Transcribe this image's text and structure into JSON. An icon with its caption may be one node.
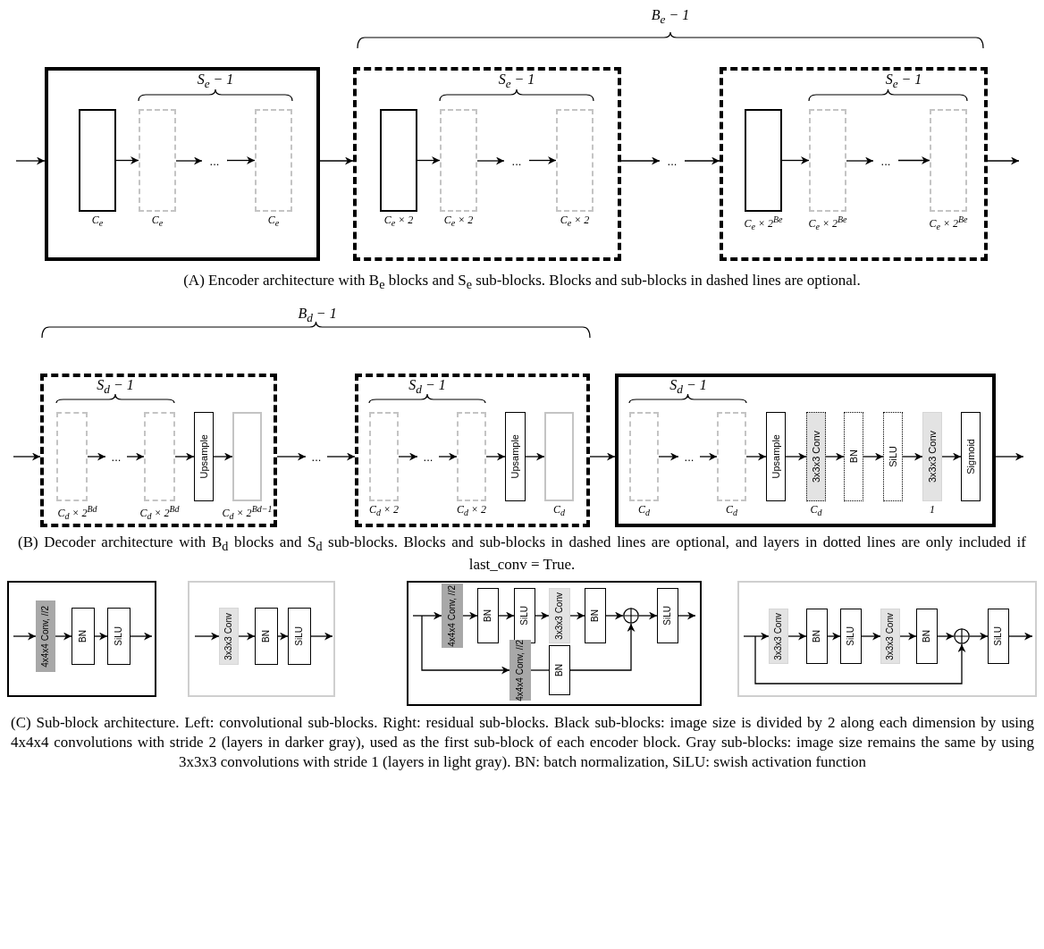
{
  "diagram": {
    "nodes": [
      {
        "text": [],
        "shape": "box"
      },
      {
        "text": [],
        "shape": "box",
        "in": 0,
        "beside": [
          "C$_{e}$"
        ]
      },
      {
        "text": [],
        "shape": "box",
        "in": 0,
        "beside": [
          "C$_{e}$"
        ]
      },
      {
        "text": [
          "..."
        ],
        "in": 0
      },
      {
        "text": [],
        "shape": "box",
        "in": 0,
        "beside": [
          "C$_{e}$"
        ]
      },
      {
        "text": [],
        "shape": "box"
      },
      {
        "text": [],
        "shape": "box",
        "in": 5,
        "beside": [
          "C$_{e}$ × 2"
        ]
      },
      {
        "text": [],
        "shape": "box",
        "in": 5,
        "beside": [
          "C$_{e}$ × 2"
        ]
      },
      {
        "text": [
          "..."
        ],
        "in": 5
      },
      {
        "text": [],
        "shape": "box",
        "in": 5,
        "beside": [
          "C$_{e}$ × 2"
        ]
      },
      {
        "text": [
          "..."
        ]
      },
      {
        "text": [],
        "shape": "box"
      },
      {
        "text": [],
        "shape": "box",
        "in": 11,
        "beside": [
          "C$_{e}$ × 2$^{Be}$"
        ]
      },
      {
        "text": [],
        "shape": "box",
        "in": 11,
        "beside": [
          "C$_{e}$ × 2$^{Be}$"
        ]
      },
      {
        "text": [
          "..."
        ],
        "in": 11
      },
      {
        "text": [],
        "shape": "box",
        "in": 11,
        "beside": [
          "C$_{e}$ × 2$^{Be}$"
        ]
      },
      {
        "text": [],
        "shape": "box"
      },
      {
        "text": [],
        "shape": "box",
        "in": 16,
        "beside": [
          "C$_{d}$ × 2$^{Bd}$"
        ]
      },
      {
        "text": [
          "..."
        ],
        "in": 16
      },
      {
        "text": [],
        "shape": "box",
        "in": 16,
        "beside": [
          "C$_{d}$ × 2$^{Bd}$"
        ]
      },
      {
        "text": [
          "Upsample"
        ],
        "in": 16
      },
      {
        "text": [],
        "shape": "box",
        "in": 16,
        "beside": [
          "C$_{d}$ × 2$^{Bd−1}$"
        ]
      },
      {
        "text": [
          "..."
        ]
      },
      {
        "text": [],
        "shape": "box"
      },
      {
        "text": [],
        "shape": "box",
        "in": 23,
        "beside": [
          "C$_{d}$ × 2"
        ]
      },
      {
        "text": [
          "..."
        ],
        "in": 23
      },
      {
        "text": [],
        "shape": "box",
        "in": 23,
        "beside": [
          "C$_{d}$ × 2"
        ]
      },
      {
        "text": [
          "Upsample"
        ],
        "in": 23
      },
      {
        "text": [],
        "shape": "box",
        "in": 23,
        "beside": [
          "C$_{d}$"
        ]
      },
      {
        "text": [],
        "shape": "box"
      },
      {
        "text": [],
        "shape": "box",
        "in": 29,
        "beside": [
          "C$_{d}$"
        ]
      },
      {
        "text": [
          "..."
        ],
        "in": 29
      },
      {
        "text": [],
        "shape": "box",
        "in": 29,
        "beside": [
          "C$_{d}$"
        ]
      },
      {
        "text": [
          "Upsample"
        ],
        "in": 29
      },
      {
        "text": [
          "3x3x3 Conv"
        ],
        "in": 29,
        "beside": [
          "C$_{d}$"
        ]
      },
      {
        "text": [
          "BN"
        ],
        "in": 29
      },
      {
        "text": [
          "SiLU"
        ],
        "in": 29
      },
      {
        "text": [
          "3x3x3 Conv"
        ],
        "in": 29,
        "beside": [
          "1"
        ]
      },
      {
        "text": [
          "Sigmoid"
        ],
        "in": 29
      },
      {
        "text": [],
        "shape": "box"
      },
      {
        "text": [
          "4x4x4 Conv, //2"
        ],
        "in": 39
      },
      {
        "text": [
          "BN"
        ],
        "in": 39
      },
      {
        "text": [
          "SiLU"
        ],
        "in": 39
      },
      {
        "text": [],
        "shape": "box"
      },
      {
        "text": [
          "3x3x3 Conv"
        ],
        "in": 43
      },
      {
        "text": [
          "BN"
        ],
        "in": 43
      },
      {
        "text": [
          "SiLU"
        ],
        "in": 43
      },
      {
        "text": [],
        "shape": "box"
      },
      {
        "text": [
          "4x4x4 Conv, //2"
        ],
        "in": 47
      },
      {
        "text": [
          "BN"
        ],
        "in": 47
      },
      {
        "text": [
          "SiLU"
        ],
        "in": 47
      },
      {
        "text": [
          "3x3x3 Conv"
        ],
        "in": 47
      },
      {
        "text": [
          "BN"
        ],
        "in": 47
      },
      {
        "text": [],
        "shape": "circle",
        "in": 47
      },
      {
        "text": [
          "SiLU"
        ],
        "in": 47
      },
      {
        "text": [
          "4x4x4 Conv, //2"
        ],
        "in": 47
      },
      {
        "text": [
          "BN"
        ],
        "in": 47
      },
      {
        "text": [],
        "shape": "box"
      },
      {
        "text": [
          "3x3x3 Conv"
        ],
        "in": 57
      },
      {
        "text": [
          "BN"
        ],
        "in": 57
      },
      {
        "text": [
          "SiLU"
        ],
        "in": 57
      },
      {
        "text": [
          "3x3x3 Conv"
        ],
        "in": 57
      },
      {
        "text": [
          "BN"
        ],
        "in": 57
      },
      {
        "text": [],
        "shape": "circle",
        "in": 57
      },
      {
        "text": [
          "SiLU"
        ],
        "in": 57
      }
    ],
    "edges": [
      {
        "from": null,
        "to": 0,
        "arrow": "to"
      },
      {
        "from": 1,
        "to": 2,
        "arrow": "to"
      },
      {
        "from": 2,
        "to": 3,
        "arrow": "to"
      },
      {
        "from": 3,
        "to": 4,
        "arrow": "to"
      },
      {
        "from": 0,
        "to": 5,
        "arrow": "to"
      },
      {
        "from": 6,
        "to": 7,
        "arrow": "to"
      },
      {
        "from": 7,
        "to": 8,
        "arrow": "to"
      },
      {
        "from": 8,
        "to": 9,
        "arrow": "to"
      },
      {
        "from": 5,
        "to": 10,
        "arrow": "to"
      },
      {
        "from": 10,
        "to": 11,
        "arrow": "to"
      },
      {
        "from": 12,
        "to": 13,
        "arrow": "to"
      },
      {
        "from": 13,
        "to": 14,
        "arrow": "to"
      },
      {
        "from": 14,
        "to": 15,
        "arrow": "to"
      },
      {
        "from": 11,
        "to": null,
        "arrow": "to"
      },
      {
        "from": null,
        "to": 16,
        "arrow": "to"
      },
      {
        "from": 17,
        "to": 18,
        "arrow": "to"
      },
      {
        "from": 18,
        "to": 19,
        "arrow": "to"
      },
      {
        "from": 19,
        "to": 20,
        "arrow": "to"
      },
      {
        "from": 20,
        "to": 21,
        "arrow": "to"
      },
      {
        "from": 16,
        "to": 22,
        "arrow": "to"
      },
      {
        "from": 22,
        "to": 23,
        "arrow": "to"
      },
      {
        "from": 24,
        "to": 25,
        "arrow": "to"
      },
      {
        "from": 25,
        "to": 26,
        "arrow": "to"
      },
      {
        "from": 26,
        "to": 27,
        "arrow": "to"
      },
      {
        "from": 27,
        "to": 28,
        "arrow": "to"
      },
      {
        "from": 23,
        "to": 29,
        "arrow": "to"
      },
      {
        "from": 30,
        "to": 31,
        "arrow": "to"
      },
      {
        "from": 31,
        "to": 32,
        "arrow": "to"
      },
      {
        "from": 32,
        "to": 33,
        "arrow": "to"
      },
      {
        "from": 33,
        "to": 34,
        "arrow": "to"
      },
      {
        "from": 34,
        "to": 35,
        "arrow": "to"
      },
      {
        "from": 35,
        "to": 36,
        "arrow": "to"
      },
      {
        "from": 36,
        "to": 37,
        "arrow": "to"
      },
      {
        "from": 37,
        "to": 38,
        "arrow": "to"
      },
      {
        "from": 29,
        "to": null,
        "arrow": "to"
      },
      {
        "from": null,
        "to": 40,
        "arrow": "to"
      },
      {
        "from": 40,
        "to": 41,
        "arrow": "to"
      },
      {
        "from": 41,
        "to": 42,
        "arrow": "to"
      },
      {
        "from": 42,
        "to": null,
        "arrow": "to"
      },
      {
        "from": null,
        "to": 44,
        "arrow": "to"
      },
      {
        "from": 44,
        "to": 45,
        "arrow": "to"
      },
      {
        "from": 45,
        "to": 46,
        "arrow": "to"
      },
      {
        "from": 46,
        "to": null,
        "arrow": "to"
      },
      {
        "from": null,
        "to": 48,
        "arrow": "to"
      },
      {
        "from": 48,
        "to": 49,
        "arrow": "to"
      },
      {
        "from": 49,
        "to": 50,
        "arrow": "to"
      },
      {
        "from": 50,
        "to": 51,
        "arrow": "to"
      },
      {
        "from": 51,
        "to": 52,
        "arrow": "to"
      },
      {
        "from": 52,
        "to": 53,
        "arrow": "to"
      },
      {
        "from": 53,
        "to": 54,
        "arrow": "to"
      },
      {
        "from": 54,
        "to": null,
        "arrow": "to"
      },
      {
        "from": null,
        "to": 55,
        "arrow": "to"
      },
      {
        "from": 55,
        "to": 56,
        "arrow": "none"
      },
      {
        "from": 56,
        "to": 53,
        "arrow": "to"
      },
      {
        "from": null,
        "to": 58,
        "arrow": "to"
      },
      {
        "from": 58,
        "to": 59,
        "arrow": "to"
      },
      {
        "from": 59,
        "to": 60,
        "arrow": "to"
      },
      {
        "from": 60,
        "to": 61,
        "arrow": "to"
      },
      {
        "from": 61,
        "to": 62,
        "arrow": "to"
      },
      {
        "from": 62,
        "to": 63,
        "arrow": "to"
      },
      {
        "from": 63,
        "to": 64,
        "arrow": "to"
      },
      {
        "from": 64,
        "to": null,
        "arrow": "to"
      },
      {
        "from": null,
        "to": 63,
        "arrow": "to"
      }
    ],
    "labels": [
      "B$_{e}$ − 1",
      "S$_{e}$ − 1",
      "S$_{e}$ − 1",
      "S$_{e}$ − 1",
      "(A) Encoder architecture with B$_{e}$ blocks and S$_{e}$ sub-blocks. Blocks and sub-blocks in dashed lines are optional.",
      "B$_{d}$ − 1",
      "S$_{d}$ − 1",
      "S$_{d}$ − 1",
      "S$_{d}$ − 1",
      "(B) Decoder architecture with B$_{d}$ blocks and S$_{d}$ sub-blocks. Blocks and sub-blocks in dashed lines are optional, and layers in dotted lines are only included if last_conv = True.",
      "(C) Sub-block architecture. Left: convolutional sub-blocks. Right: residual sub-blocks. Black sub-blocks: image size is divided by 2 along each dimension by using 4x4x4 convolutions with stride 2 (layers in darker gray), used as the first sub-block of each encoder block. Gray sub-blocks: image size remains the same by using 3x3x3 convolutions with stride 1 (layers in light gray). BN: batch normalization, SiLU: swish activation function"
    ]
  }
}
